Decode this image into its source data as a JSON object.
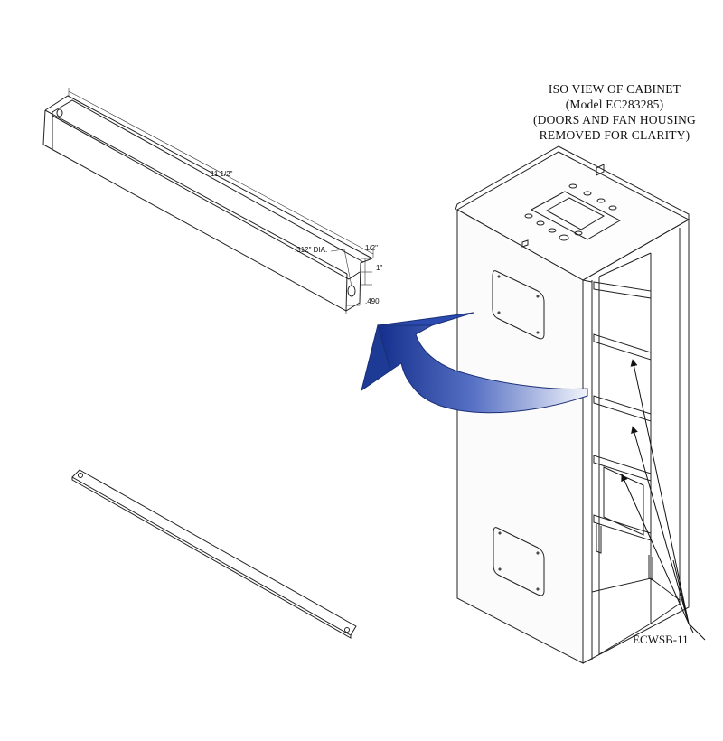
{
  "title": {
    "line1": "ISO VIEW OF CABINET",
    "line2": "(Model EC283285)",
    "line3": "(DOORS AND FAN HOUSING",
    "line4": "REMOVED FOR CLARITY)"
  },
  "bracket_dimensions": {
    "length": "11 1/2\"",
    "hole_diameter": ".312\" DIA.",
    "half_inch": "1/2\"",
    "one_inch": "1\"",
    "depth": ".490"
  },
  "callout": {
    "part_number": "ECWSB-11"
  },
  "colors": {
    "arrow_dark": "#1f3f9a",
    "arrow_light": "#e9ecf8",
    "line": "#222222"
  }
}
